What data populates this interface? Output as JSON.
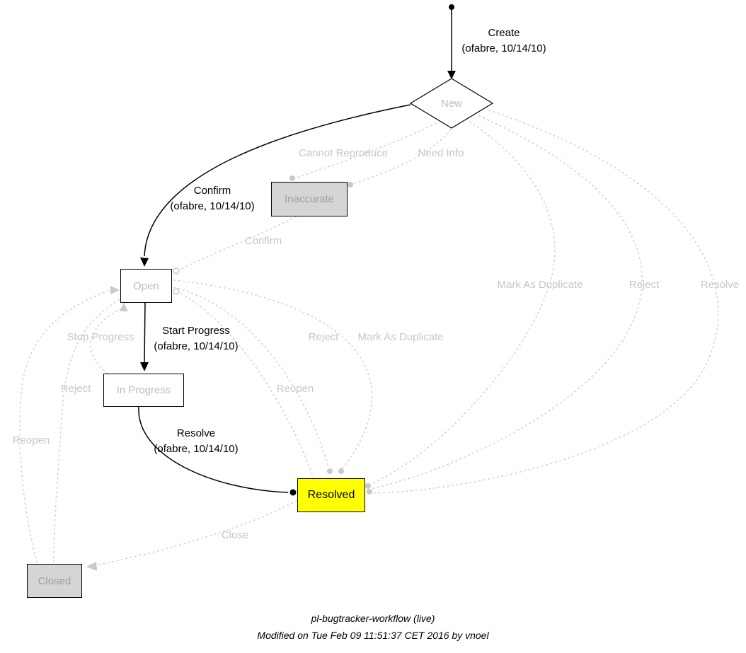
{
  "nodes": {
    "new": "New",
    "inaccurate": "Inaccurate",
    "open": "Open",
    "in_progress": "In Progress",
    "resolved": "Resolved",
    "closed": "Closed"
  },
  "active_edges": {
    "create": {
      "label": "Create",
      "meta": "(ofabre, 10/14/10)"
    },
    "confirm": {
      "label": "Confirm",
      "meta": "(ofabre, 10/14/10)"
    },
    "start_progress": {
      "label": "Start Progress",
      "meta": "(ofabre, 10/14/10)"
    },
    "resolve": {
      "label": "Resolve",
      "meta": "(ofabre, 10/14/10)"
    }
  },
  "inactive_edges": {
    "cannot_reproduce": "Cannot Reproduce",
    "need_info": "Need Info",
    "confirm": "Confirm",
    "mark_as_duplicate_new": "Mark As Duplicate",
    "reject_new": "Reject",
    "resolve_new": "Resolve",
    "stop_progress": "Stop Progress",
    "reject_open": "Reject",
    "mark_as_duplicate_open": "Mark As Duplicate",
    "reopen_resolved": "Reopen",
    "reject_left": "Reject",
    "reopen_closed": "Reopen",
    "close": "Close"
  },
  "colors": {
    "resolved_fill": "#ffff00",
    "gray_node_fill": "#d5d5d5",
    "inactive_gray": "#c6c6c6",
    "active_black": "#000000"
  },
  "footer": {
    "title": "pl-bugtracker-workflow (live)",
    "modified": "Modified on Tue Feb 09 11:51:37 CET 2016 by vnoel"
  }
}
